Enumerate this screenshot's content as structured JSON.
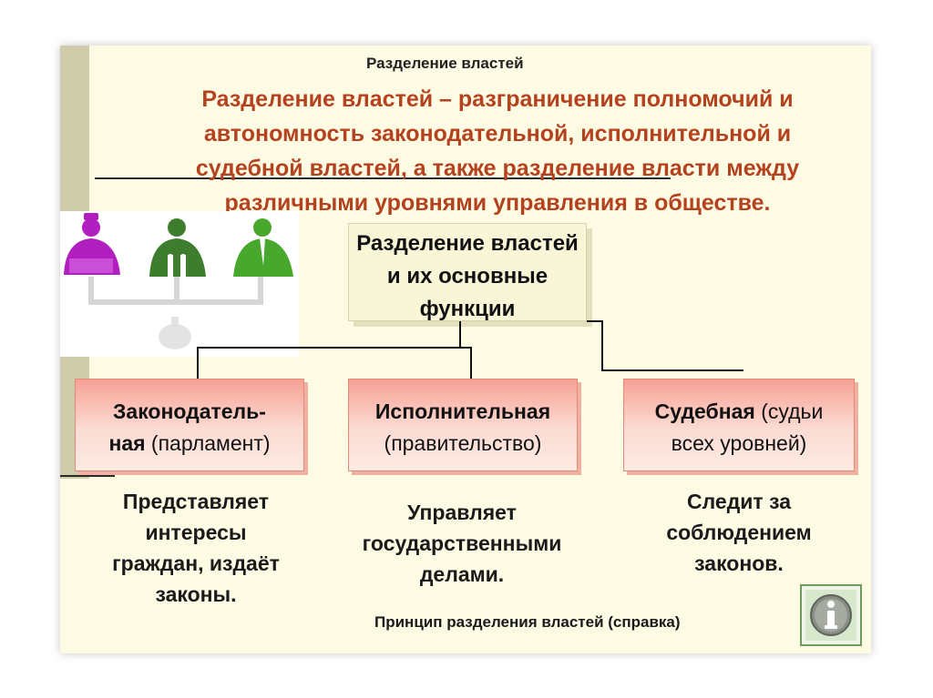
{
  "slide": {
    "small_title": "Разделение властей",
    "definition": [
      "Разделение властей – разграничение полномочий и",
      "автономность законодательной, исполнительной и",
      "судебной властей, а также разделение власти между",
      "различными уровнями управления в обществе."
    ]
  },
  "diagram": {
    "root": [
      "Разделение властей",
      "и их основные",
      "функции"
    ],
    "branches": [
      {
        "name_bold_1": "Законодатель-",
        "name_bold_2": "ная",
        "name_rest": " (парламент)",
        "function": [
          "Представляет",
          "интересы",
          "граждан, издаёт",
          "законы."
        ]
      },
      {
        "name_bold_1": "Исполнительная",
        "name_rest": "(правительство)",
        "function": [
          "Управляет",
          "государственными",
          "делами."
        ]
      },
      {
        "name_bold_1": "Судебная",
        "name_rest_1": " (судьи",
        "name_rest_2": "всех уровней)",
        "function": [
          "Следит за",
          "соблюдением",
          "законов."
        ]
      }
    ]
  },
  "footer": {
    "reference_link": "Принцип разделения властей (справка)",
    "info_icon": "info-icon"
  },
  "colors": {
    "background": "#fdfbe3",
    "definition_text": "#b5421f",
    "branch_fill": "#f7a194",
    "info_green": "#6e9a5e",
    "person_magenta": "#b21fc1",
    "person_dark_green": "#3f7d2e",
    "person_green": "#47a82d"
  }
}
